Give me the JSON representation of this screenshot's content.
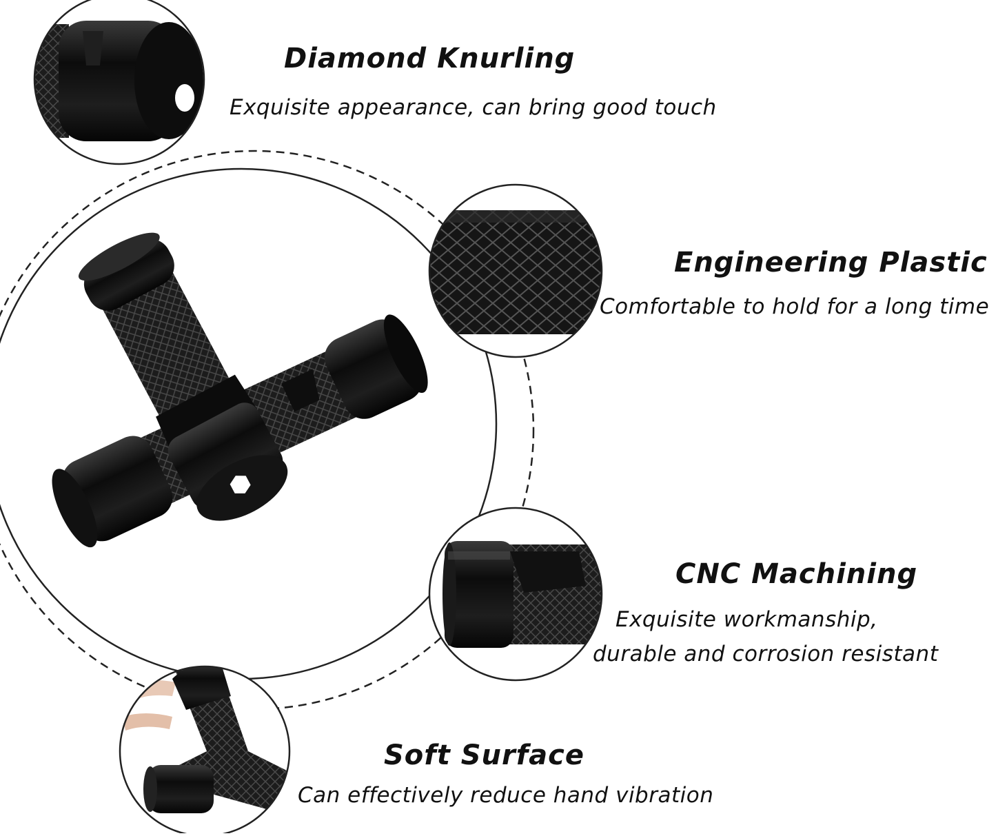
{
  "features": {
    "diamond_knurling": {
      "title": "Diamond Knurling",
      "description": "Exquisite appearance, can bring good touch"
    },
    "engineering_plastic": {
      "title": "Engineering Plastic",
      "description": "Comfortable to hold for a long time"
    },
    "cnc_machining": {
      "title": "CNC Machining",
      "description_line1": "Exquisite workmanship,",
      "description_line2": "durable and corrosion resistant"
    },
    "soft_surface": {
      "title": "Soft Surface",
      "description": "Can effectively reduce hand vibration"
    }
  },
  "colors": {
    "product_black": "#111111",
    "grip_black": "#1c1c1c",
    "outline": "#222222",
    "background": "#ffffff"
  }
}
